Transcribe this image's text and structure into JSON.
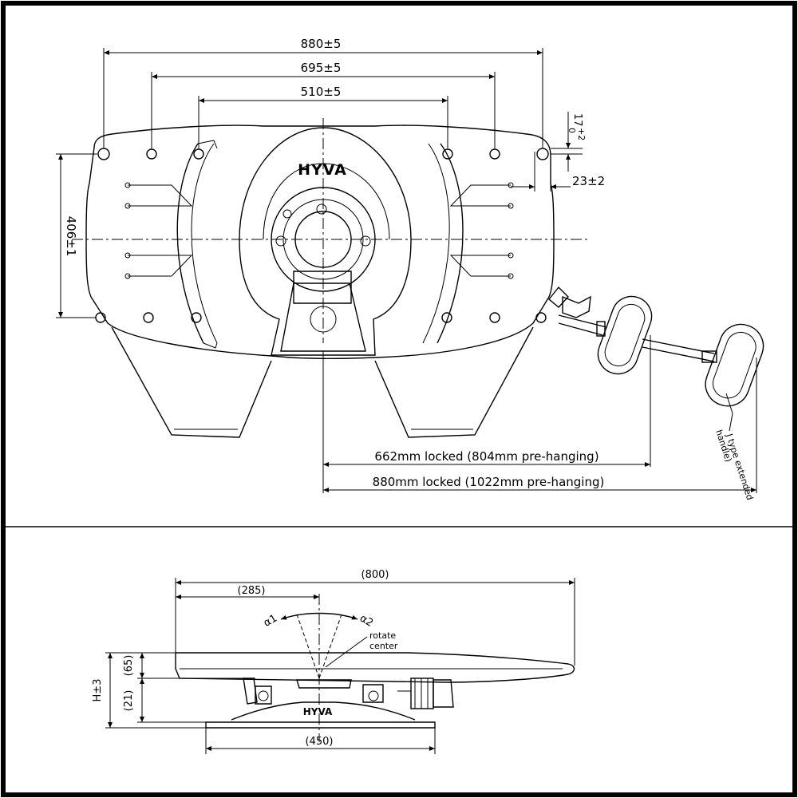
{
  "top_view": {
    "dim_width_outer": "880±5",
    "dim_width_mid": "695±5",
    "dim_width_inner": "510±5",
    "dim_height": "406±1",
    "dim_offset_top": "17",
    "dim_offset_sup": "+2",
    "dim_offset_sub": "0",
    "dim_side": "23±2",
    "logo": "HYVA",
    "dim_locked_short": "662mm locked (804mm pre-hanging)",
    "dim_locked_long": "880mm locked (1022mm pre-hanging)",
    "handle_note_1": "J type extended",
    "handle_note_2": "handle)"
  },
  "side_view": {
    "dim_length": "(800)",
    "dim_front": "(285)",
    "angle_1": "α1",
    "angle_2": "α2",
    "rotate_label_1": "rotate",
    "rotate_label_2": "center",
    "dim_top_thickness": "(65)",
    "dim_mid_thickness": "(21)",
    "dim_height": "H±3",
    "dim_base": "(450)",
    "logo": "HYVA"
  }
}
